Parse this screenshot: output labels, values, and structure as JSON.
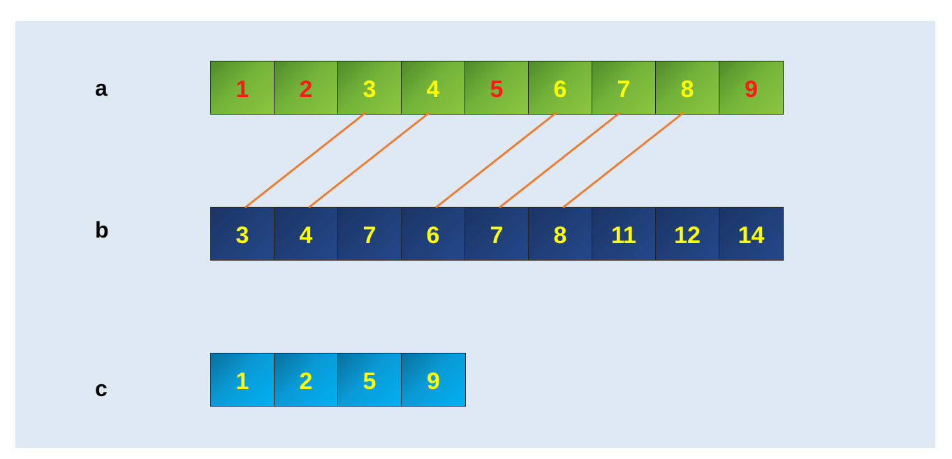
{
  "colors": {
    "background": "#dfe9f4",
    "highlight_text": "#ff1a1a",
    "normal_text": "#ffff00",
    "link_line": "#ed7d31",
    "array_a_fill": "#73b33a",
    "array_b_fill": "#203f78",
    "array_c_fill": "#0a9ad6"
  },
  "arrays": {
    "a": {
      "label": "a",
      "cells": [
        {
          "value": "1",
          "highlight": true
        },
        {
          "value": "2",
          "highlight": true
        },
        {
          "value": "3",
          "highlight": false
        },
        {
          "value": "4",
          "highlight": false
        },
        {
          "value": "5",
          "highlight": true
        },
        {
          "value": "6",
          "highlight": false
        },
        {
          "value": "7",
          "highlight": false
        },
        {
          "value": "8",
          "highlight": false
        },
        {
          "value": "9",
          "highlight": true
        }
      ]
    },
    "b": {
      "label": "b",
      "cells": [
        {
          "value": "3"
        },
        {
          "value": "4"
        },
        {
          "value": "7"
        },
        {
          "value": "6"
        },
        {
          "value": "7"
        },
        {
          "value": "8"
        },
        {
          "value": "11"
        },
        {
          "value": "12"
        },
        {
          "value": "14"
        }
      ]
    },
    "c": {
      "label": "c",
      "cells": [
        {
          "value": "1"
        },
        {
          "value": "2"
        },
        {
          "value": "5"
        },
        {
          "value": "9"
        }
      ]
    }
  },
  "links": [
    {
      "from_a_index": 2,
      "to_b_index": 0
    },
    {
      "from_a_index": 3,
      "to_b_index": 1
    },
    {
      "from_a_index": 5,
      "to_b_index": 3
    },
    {
      "from_a_index": 6,
      "to_b_index": 4
    },
    {
      "from_a_index": 7,
      "to_b_index": 5
    }
  ]
}
